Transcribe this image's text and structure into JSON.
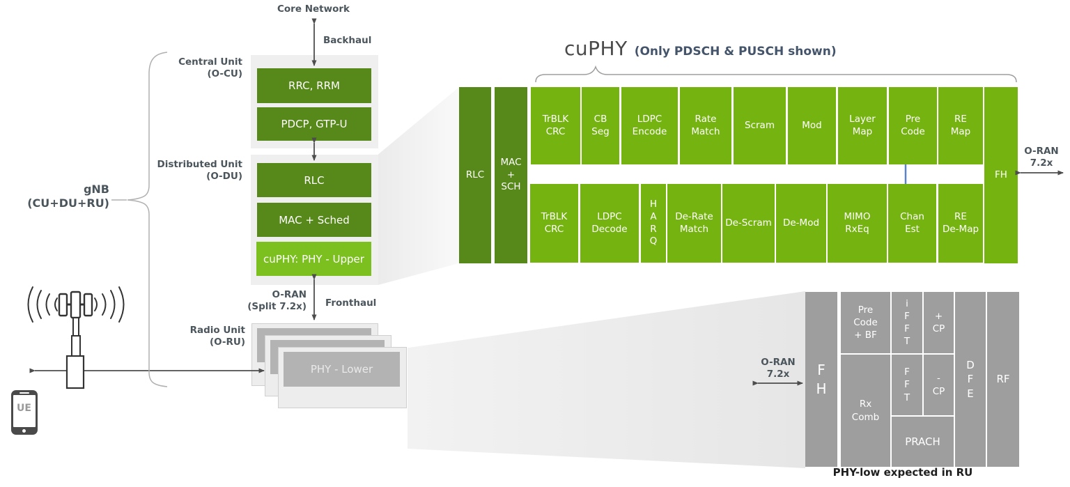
{
  "colors": {
    "dark_green": "#57881a",
    "bright_green": "#75b410",
    "upper_green": "#7cc01f",
    "block_gray": "#9e9e9e",
    "label_gray": "#4b555c",
    "arrow_gray": "#4d4d4d",
    "connector_blue": "#5b83c8"
  },
  "left": {
    "gnb_label": "gNB\n(CU+DU+RU)",
    "ue_label": "UE"
  },
  "stack": {
    "core_network": "Core Network",
    "backhaul": "Backhaul",
    "cu_label": "Central Unit\n(O-CU)",
    "cu_boxes": [
      "RRC, RRM",
      "PDCP, GTP-U"
    ],
    "du_label": "Distributed Unit\n(O-DU)",
    "du_boxes": [
      "RLC",
      "MAC + Sched"
    ],
    "cuphy_upper": "cuPHY: PHY - Upper",
    "oran_split": "O-RAN\n(Split 7.2x)",
    "fronthaul": "Fronthaul",
    "ru_label": "Radio Unit\n(O-RU)",
    "phy_lower": "PHY - Lower"
  },
  "cuphy": {
    "title": "cuPHY",
    "subtitle": "(Only PDSCH & PUSCH shown)",
    "rlc": "RLC",
    "mac_sch": "MAC\n+\nSCH",
    "fh": "FH",
    "oran_label": "O-RAN\n7.2x",
    "dl_chain": [
      "TrBLK\nCRC",
      "CB\nSeg",
      "LDPC\nEncode",
      "Rate\nMatch",
      "Scram",
      "Mod",
      "Layer\nMap",
      "Pre\nCode",
      "RE\nMap"
    ],
    "ul_chain": [
      "TrBLK\nCRC",
      "LDPC\nDecode",
      "H\nA\nR\nQ",
      "De-Rate\nMatch",
      "De-Scram",
      "De-Mod",
      "MIMO\nRxEq",
      "Chan\nEst",
      "RE\nDe-Map"
    ]
  },
  "phylow": {
    "oran_label": "O-RAN\n7.2x",
    "fh": "F\nH",
    "precode_bf": "Pre\nCode\n+ BF",
    "ifft": "i\nF\nF\nT",
    "plus_cp": "+\nCP",
    "rx_comb": "Rx\nComb",
    "fft": "F\nF\nT",
    "minus_cp": "-\nCP",
    "prach": "PRACH",
    "dfe": "D\nF\nE",
    "rf": "RF",
    "caption": "PHY-low expected in RU"
  }
}
